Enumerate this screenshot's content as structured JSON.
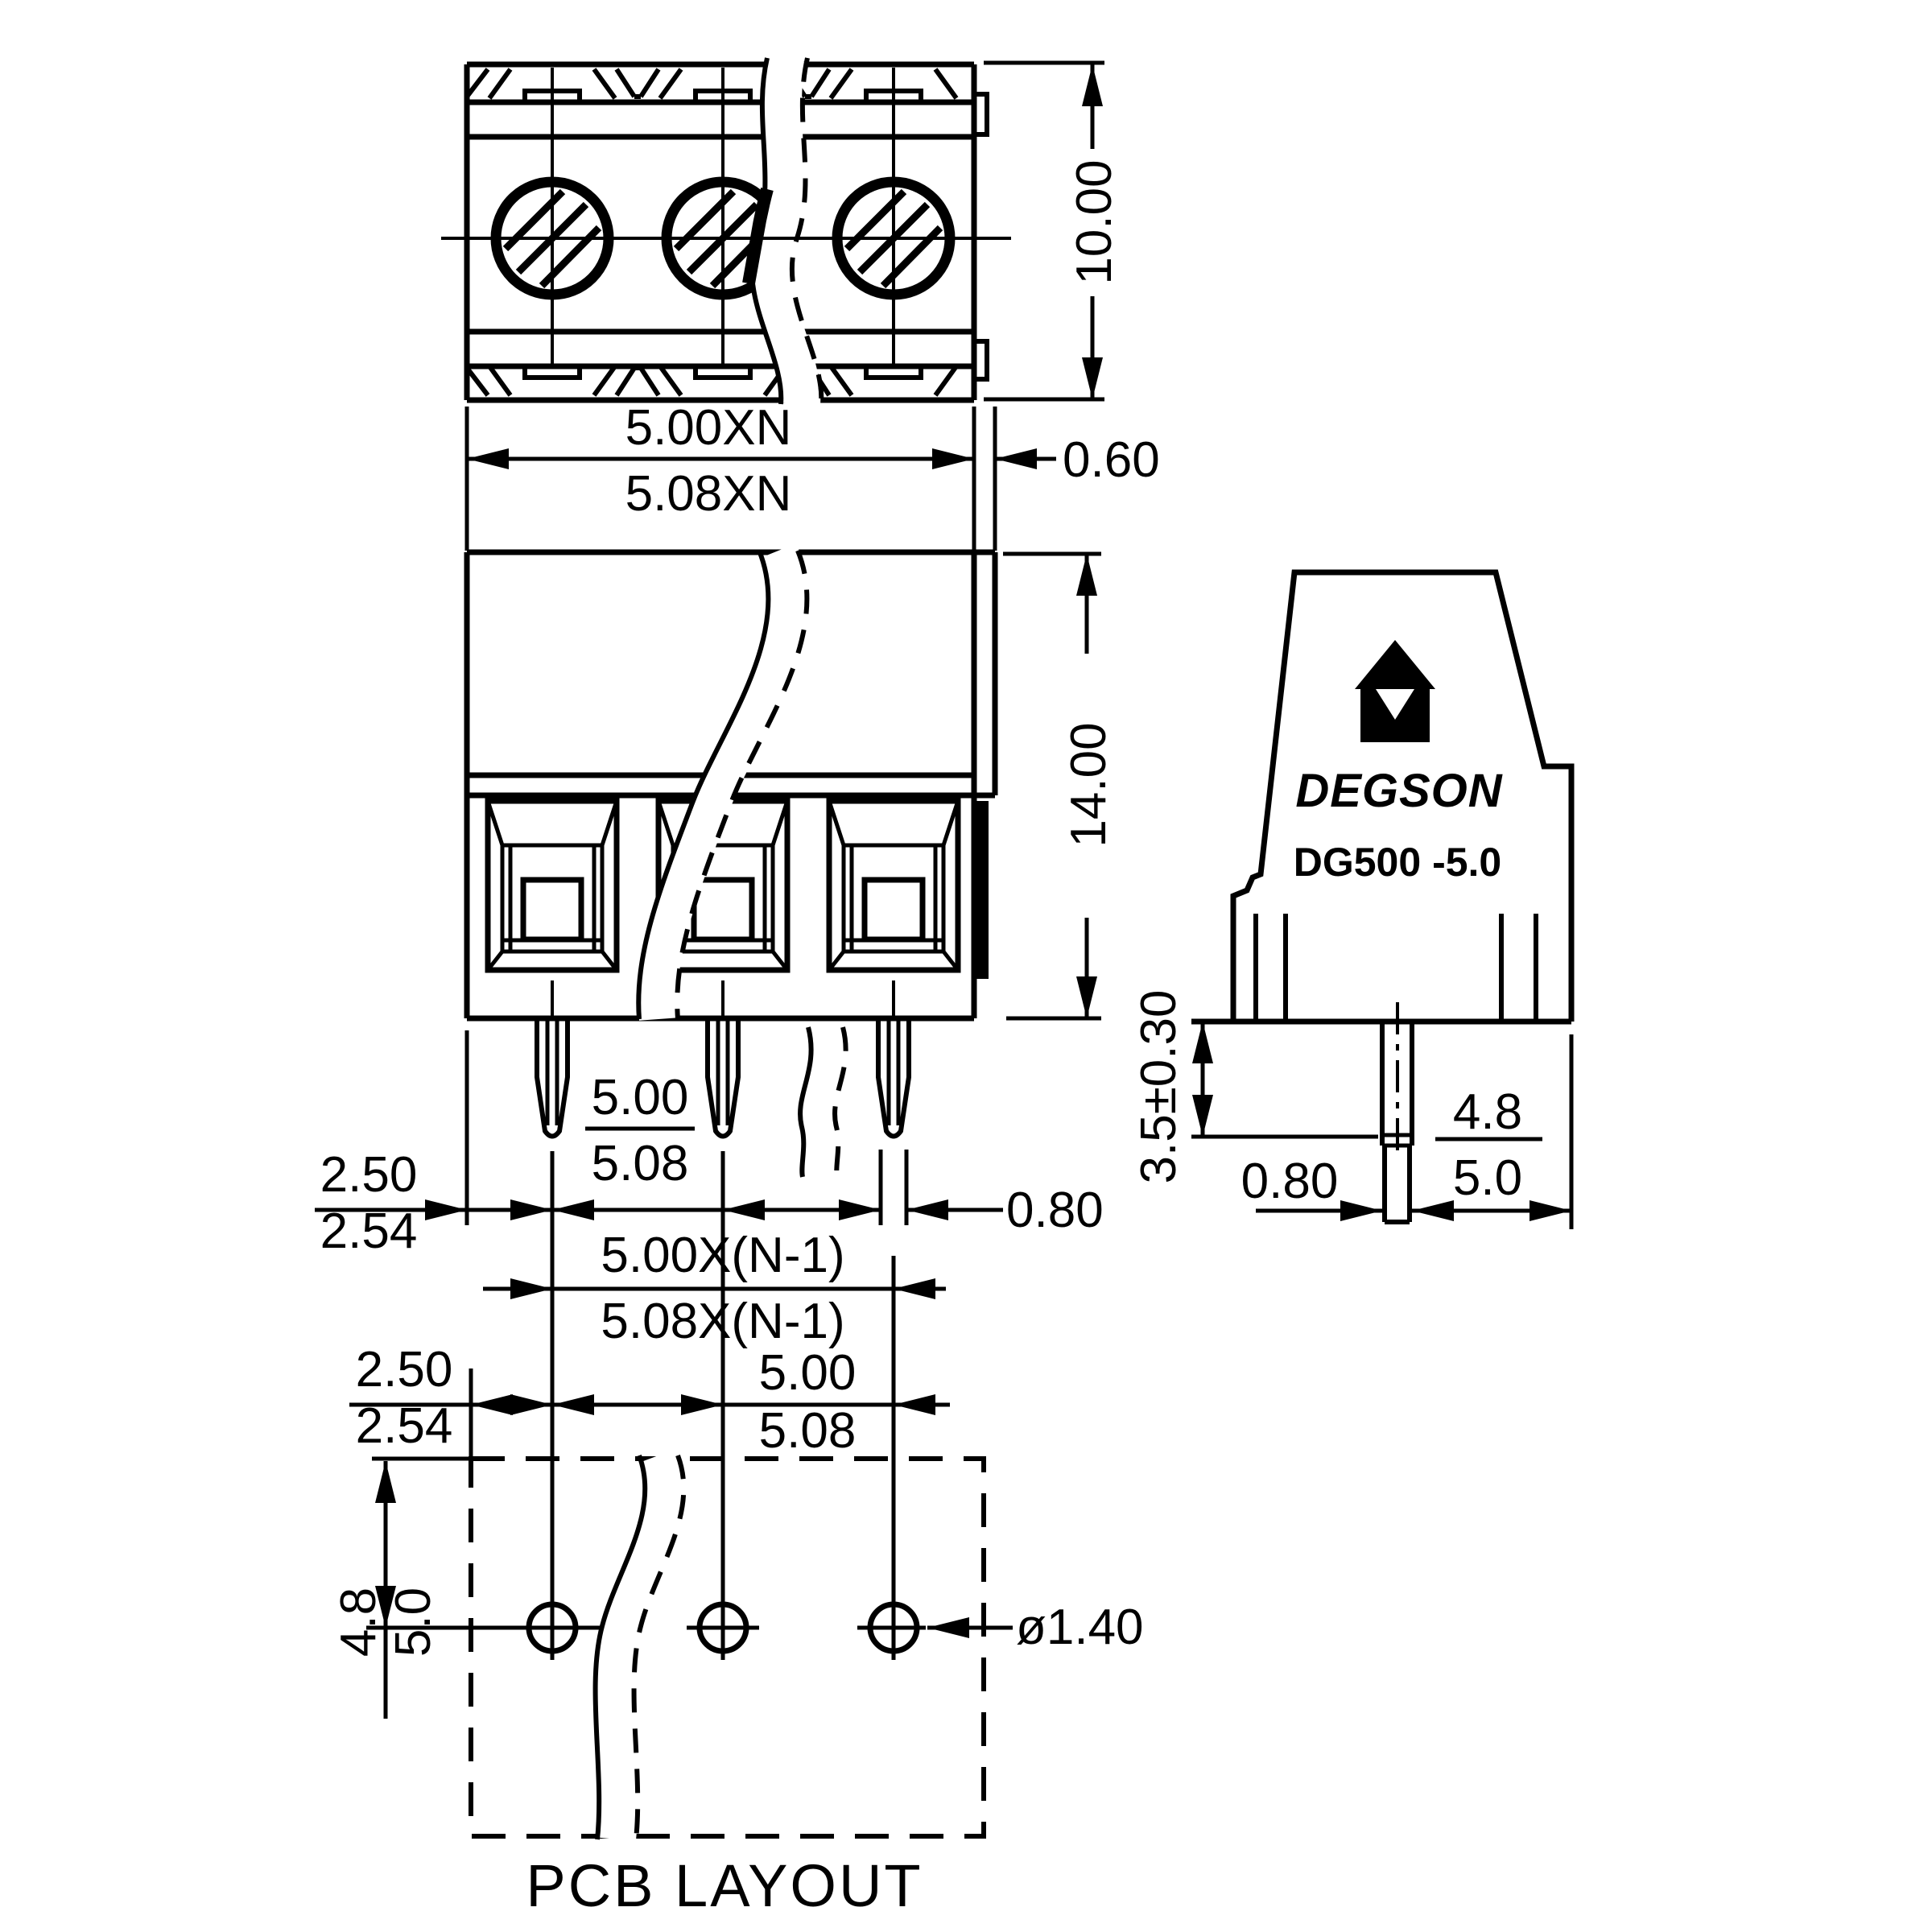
{
  "drawing": {
    "brand": "DEGSON",
    "model": "DG500 -5.0",
    "colors": {
      "line": "#000000",
      "background": "#ffffff"
    },
    "top_view": {
      "height": "10.00",
      "total_pitch_num": "5.00XN",
      "total_pitch_den": "5.08XN",
      "tab_offset": "0.60"
    },
    "front_view": {
      "height": "14.00",
      "pin_pitch_num": "5.00",
      "pin_pitch_den": "5.08",
      "edge_offset_num": "2.50",
      "edge_offset_den": "2.54",
      "pin_width": "0.80",
      "pin_span_num": "5.00X(N-1)",
      "pin_span_den": "5.08X(N-1)"
    },
    "side_view": {
      "pin_length": "3.5±0.30",
      "pin_width": "0.80",
      "pin_inset_num": "4.8",
      "pin_inset_den": "5.0"
    },
    "pcb_layout": {
      "label": "PCB LAYOUT",
      "edge_offset_num": "2.50",
      "edge_offset_den": "2.54",
      "hole_pitch_num": "5.00",
      "hole_pitch_den": "5.08",
      "row_offset_num": "4.8",
      "row_offset_den": "5.0",
      "hole_diameter": "ø1.40"
    }
  }
}
